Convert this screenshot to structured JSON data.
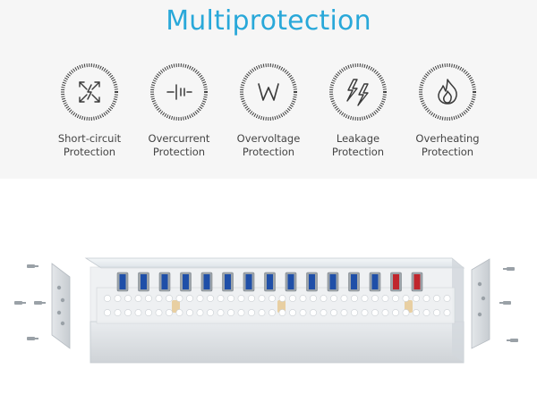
{
  "title": "Multiprotection",
  "colors": {
    "accent": "#29a8d9",
    "text": "#444444",
    "icon_stroke": "#3a3a3a",
    "background_band": "#f6f6f6",
    "usb_port_blue": "#1f4fa8",
    "usb_port_red": "#c0262d"
  },
  "features": [
    {
      "icon": "short-circuit-icon",
      "label": "Short-circuit\nProtection"
    },
    {
      "icon": "overcurrent-icon",
      "label": "Overcurrent\nProtection"
    },
    {
      "icon": "overvoltage-icon",
      "label": "Overvoltage\nProtection"
    },
    {
      "icon": "leakage-icon",
      "label": "Leakage\nProtection"
    },
    {
      "icon": "overheating-icon",
      "label": "Overheating\nProtection"
    }
  ],
  "hub": {
    "ports": [
      "blue",
      "blue",
      "blue",
      "blue",
      "blue",
      "blue",
      "blue",
      "blue",
      "blue",
      "blue",
      "blue",
      "blue",
      "blue",
      "red",
      "red"
    ]
  }
}
